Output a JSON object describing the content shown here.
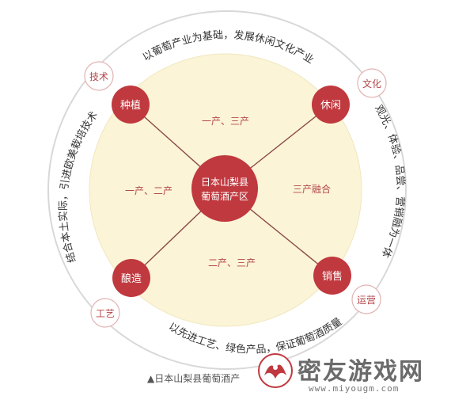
{
  "diagram": {
    "center": [
      "日本山梨县",
      "葡萄酒产区"
    ],
    "nodes": {
      "top_left": "种植",
      "top_right": "休闲",
      "bottom_left": "酿造",
      "bottom_right": "销售"
    },
    "small_nodes": {
      "tech": "技术",
      "culture": "文化",
      "craft": "工艺",
      "operation": "运营"
    },
    "sectors": {
      "top": "一产、三产",
      "left": "一产、二产",
      "right": "三产融合",
      "bottom": "二产、三产"
    },
    "arc_texts": {
      "top": "以葡萄产业为基础，发展休闲文化产业",
      "right": "观光、体验、品尝、营销融为一体",
      "bottom": "以先进工艺、绿色产品，保证葡萄酒质量",
      "left": "结合本土实际，引进欧美栽培技术"
    },
    "colors": {
      "node": "#c0393f",
      "inner_fill": "#fbf4d6",
      "ring_fill": "#ffffff",
      "outer_stroke": "#cfcfcf",
      "sector_text": "#b5474b",
      "small_text": "#b5474b",
      "arc_text": "#333333"
    }
  },
  "caption": "▲日本山梨县葡萄酒产",
  "watermark": {
    "title": "密友游戏网",
    "url": "www.miyougm.com",
    "icon": "dragon-logo-icon"
  }
}
